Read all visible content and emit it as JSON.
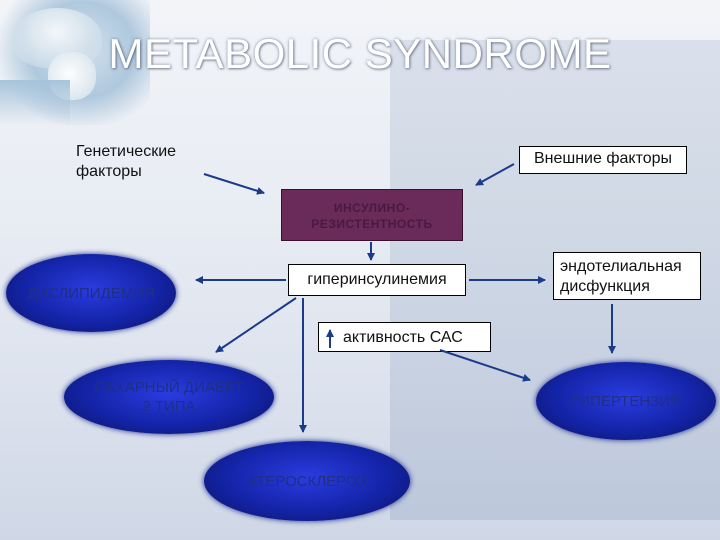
{
  "title": "METABOLIC SYNDROME",
  "nodes": {
    "genetic": "Генетические факторы",
    "external": "Внешние факторы",
    "insulin_resistance": "ИНСУЛИНО-РЕЗИСТЕНТНОСТЬ",
    "hyperinsulinemia": "гиперинсулинемия",
    "endothelial": "эндотелиальная дисфункция",
    "dyslipidemia": "ДИСЛИПИДЕМИЯ",
    "sas_activity": "активность САС",
    "diabetes_line1": "САХАРНЫЙ ДИАБЕТ",
    "diabetes_line2": "2 ТИПА",
    "hypertension": "ГИПЕРТЕНЗИЯ",
    "atherosclerosis": "АТЕРОСКЛЕРОЗ"
  },
  "colors": {
    "oval_fill": "#1424a8",
    "center_box": "#6a2a5a",
    "arrow": "#1a3a8a"
  }
}
